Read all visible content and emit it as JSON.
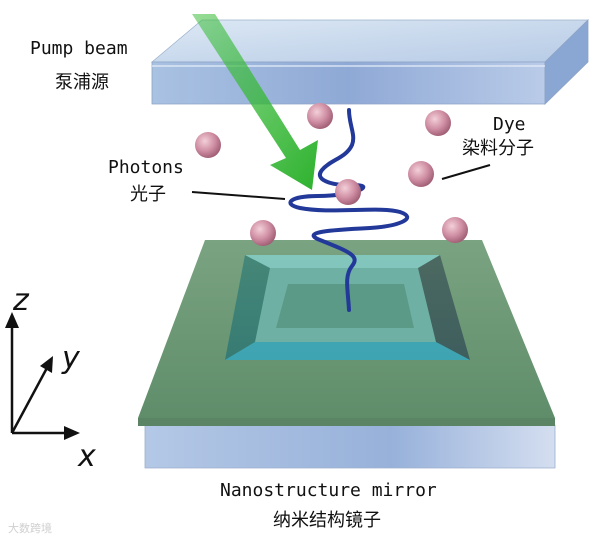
{
  "labels": {
    "pump_beam": "Pump beam",
    "pump_beam_cn": "泵浦源",
    "dye": "Dye",
    "dye_cn": "染料分子",
    "photons": "Photons",
    "photons_cn": "光子",
    "mirror": "Nanostructure mirror",
    "mirror_cn": "纳米结构镜子"
  },
  "axes": {
    "z": "z",
    "y": "y",
    "x": "x"
  },
  "watermark": "大数跨境",
  "colors": {
    "glass_top": "#cfe0f2",
    "glass_side": "#9fb8dc",
    "green_plate": "#6f9a7a",
    "green_beam": "#3bbf3b",
    "photon_wave": "#22399a",
    "dye_molecule": "#c9849a"
  }
}
